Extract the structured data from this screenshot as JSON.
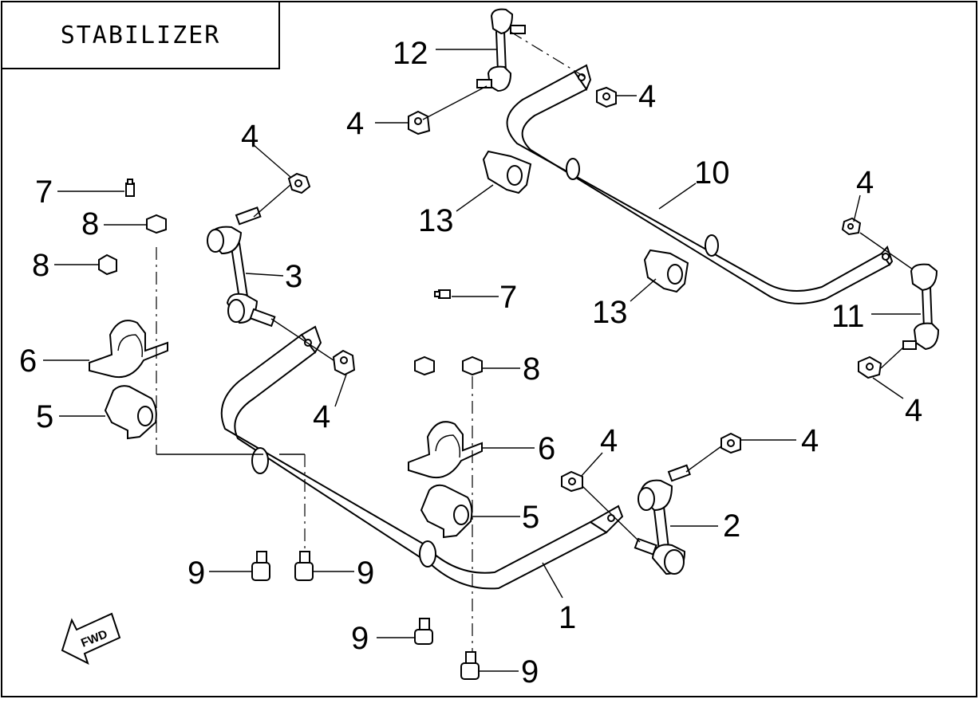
{
  "title": "STABILIZER",
  "fwd_label": "FWD",
  "callouts": [
    {
      "id": "c-1",
      "text": "1"
    },
    {
      "id": "c-2",
      "text": "2"
    },
    {
      "id": "c-3",
      "text": "3"
    },
    {
      "id": "c-4a",
      "text": "4"
    },
    {
      "id": "c-4b",
      "text": "4"
    },
    {
      "id": "c-4c",
      "text": "4"
    },
    {
      "id": "c-4d",
      "text": "4"
    },
    {
      "id": "c-4e",
      "text": "4"
    },
    {
      "id": "c-4f",
      "text": "4"
    },
    {
      "id": "c-4g",
      "text": "4"
    },
    {
      "id": "c-4h",
      "text": "4"
    },
    {
      "id": "c-5a",
      "text": "5"
    },
    {
      "id": "c-5b",
      "text": "5"
    },
    {
      "id": "c-6a",
      "text": "6"
    },
    {
      "id": "c-6b",
      "text": "6"
    },
    {
      "id": "c-7a",
      "text": "7"
    },
    {
      "id": "c-7b",
      "text": "7"
    },
    {
      "id": "c-8a",
      "text": "8"
    },
    {
      "id": "c-8b",
      "text": "8"
    },
    {
      "id": "c-8c",
      "text": "8"
    },
    {
      "id": "c-9a",
      "text": "9"
    },
    {
      "id": "c-9b",
      "text": "9"
    },
    {
      "id": "c-9c",
      "text": "9"
    },
    {
      "id": "c-9d",
      "text": "9"
    },
    {
      "id": "c-10",
      "text": "10"
    },
    {
      "id": "c-11",
      "text": "11"
    },
    {
      "id": "c-12",
      "text": "12"
    },
    {
      "id": "c-13a",
      "text": "13"
    },
    {
      "id": "c-13b",
      "text": "13"
    }
  ]
}
